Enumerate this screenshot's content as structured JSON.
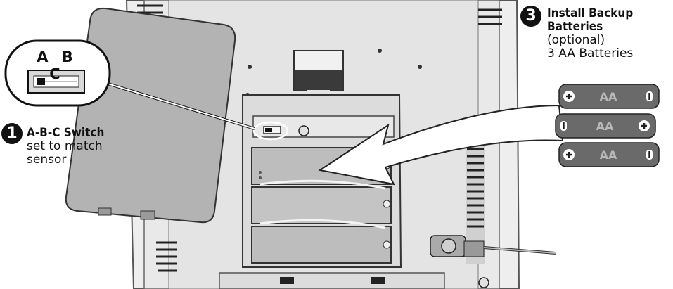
{
  "callout_1": {
    "number": "1",
    "title": "A-B-C Switch",
    "line2": "set to match",
    "line3": "sensor"
  },
  "callout_3": {
    "number": "3",
    "title_line1": "Install Backup",
    "title_line2": "Batteries",
    "line3": "(optional)",
    "line4": "3 AA Batteries"
  },
  "switch_letters": "A B C",
  "batteries": [
    {
      "label": "AA"
    },
    {
      "label": "AA"
    },
    {
      "label": "AA"
    }
  ]
}
